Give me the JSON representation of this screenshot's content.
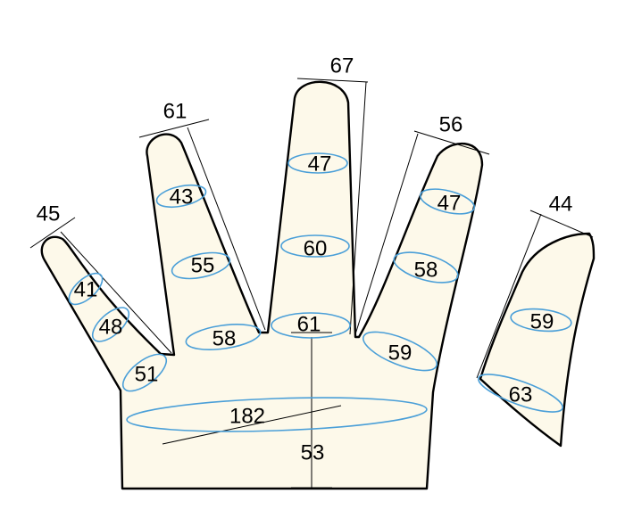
{
  "colors": {
    "skin": "#fdf9ea",
    "outline": "#000000",
    "circumference_ring": "#4a9fd8"
  },
  "finger_lengths": {
    "little": "45",
    "ring": "61",
    "middle": "67",
    "index": "56",
    "thumb": "44"
  },
  "circumferences": {
    "little_tip": "41",
    "little_mid": "48",
    "little_base": "51",
    "ring_tip": "43",
    "ring_mid": "55",
    "ring_base": "58",
    "middle_tip": "47",
    "middle_mid": "60",
    "middle_base": "61",
    "index_tip": "47",
    "index_mid": "58",
    "index_base": "59",
    "thumb_tip": "59",
    "thumb_base": "63"
  },
  "palm": {
    "circumference": "182",
    "length": "53"
  }
}
